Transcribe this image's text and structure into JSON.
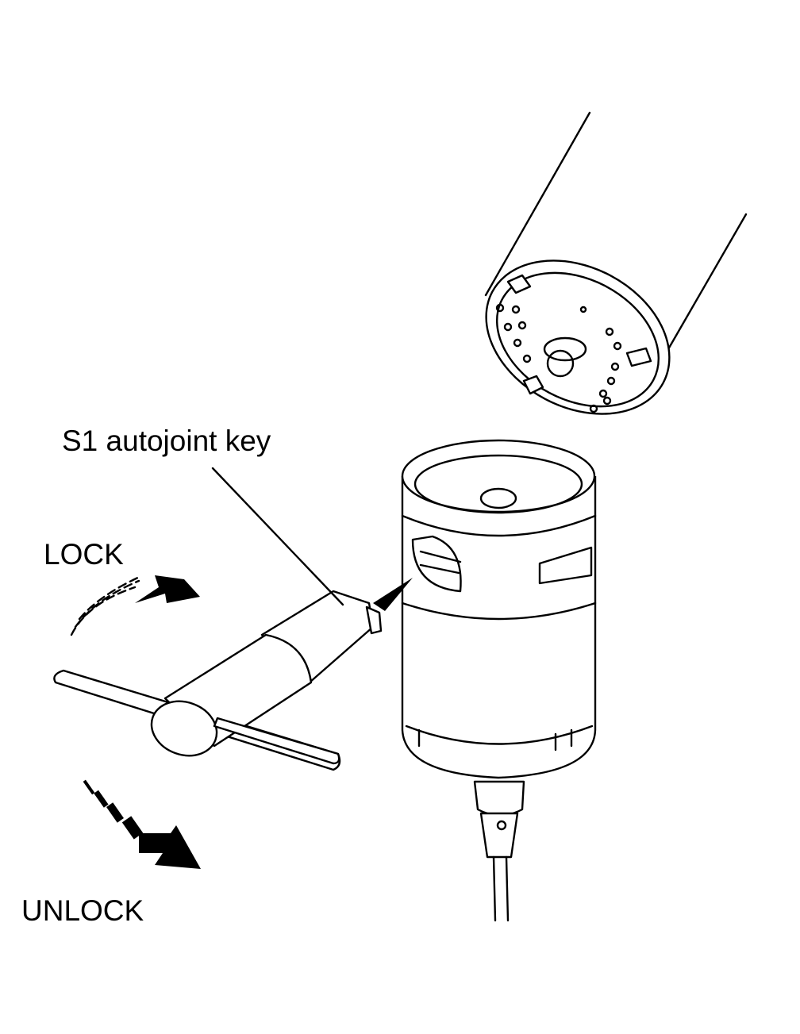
{
  "labels": {
    "key": "S1 autojoint key",
    "lock": "LOCK",
    "unlock": "UNLOCK"
  },
  "colors": {
    "line": "#000000",
    "background": "#ffffff"
  }
}
